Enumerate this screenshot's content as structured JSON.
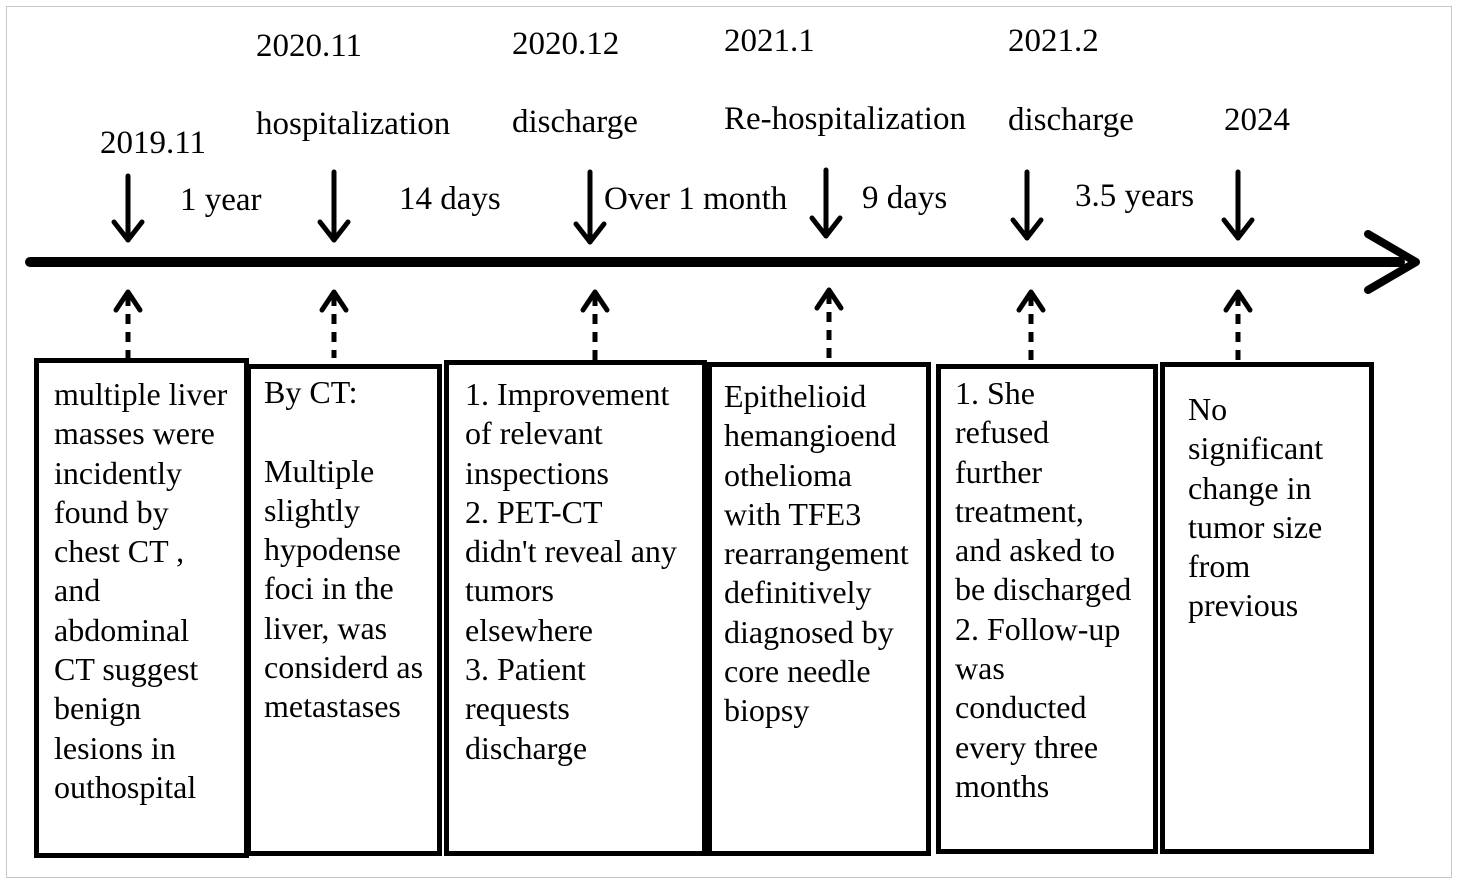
{
  "events": [
    {
      "date": "2019.11",
      "event": "",
      "box_text": "multiple liver\nmasses  were\nincidently\nfound by\nchest CT ,\nand\nabdominal\nCT suggest\nbenign\nlesions in\nouthospital"
    },
    {
      "date": "2020.11",
      "event": "hospitalization",
      "box_text": "By CT:\n\nMultiple\nslightly\nhypodense\nfoci in the\nliver, was\nconsiderd as\nmetastases"
    },
    {
      "date": "2020.12",
      "event": "discharge",
      "box_text": "1.  Improvement\nof relevant\ninspections\n2.  PET-CT\ndidn't reveal any\ntumors\nelsewhere\n3.  Patient\nrequests\ndischarge"
    },
    {
      "date": "2021.1",
      "event": "Re-hospitalization",
      "box_text": "Epithelioid\nhemangioend\nothelioma\nwith TFE3\nrearrangement\ndefinitively\ndiagnosed by\ncore needle\nbiopsy"
    },
    {
      "date": "2021.2",
      "event": "discharge",
      "box_text": "1.  She\nrefused\nfurther\ntreatment,\nand asked to\nbe discharged\n2.  Follow-up\nwas\nconducted\nevery three\nmonths"
    },
    {
      "date": "2024",
      "event": "",
      "box_text": "No\nsignificant\nchange in\ntumor size\nfrom\nprevious"
    }
  ],
  "intervals": [
    "1 year",
    "14 days",
    "Over 1 month",
    "9 days",
    "3.5 years"
  ]
}
